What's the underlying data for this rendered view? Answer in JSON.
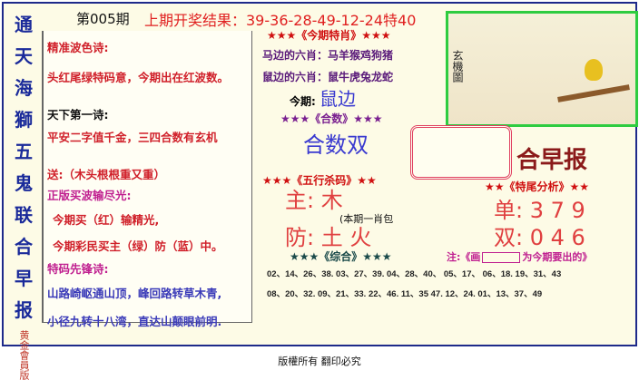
{
  "side_title": [
    "通",
    "天",
    "海",
    "獅",
    "五",
    "鬼",
    "联",
    "合",
    "早",
    "报"
  ],
  "side_sub": "黄金會員版",
  "issue": "第005期",
  "last_result": "上期开奖结果：39-36-28-49-12-24特40",
  "left": {
    "l1": "精准波色诗:",
    "l2": "头红尾绿特码意，今期出在红波数。",
    "l3": "天下第一诗:",
    "l4": "平安二字值千金，三四合数有玄机",
    "l5": "送:（木头根根重又重）",
    "l6": "正版买波输尽光:",
    "l7": "今期买（红）输精光,",
    "l8": "今期彩民买主（绿）防（蓝）中。",
    "l9": "特码先锋诗:",
    "l10": "山路崎岖通山顶，峰回路转草木青,",
    "l11": "小径九转十八湾，直达山颠眼前明."
  },
  "mid": {
    "h1": "★★★《今期特肖》★★★",
    "m1": "马边的六肖：马羊猴鸡狗猪",
    "m2": "鼠边的六肖：鼠牛虎兔龙蛇",
    "jq": "今期:",
    "jqv": "鼠边",
    "h2": "★★★《合数》★★★",
    "hs": "合数双",
    "h3": "★★★《五行杀码》★★",
    "zhu": "主: 木",
    "fang": "防: 土 火",
    "note": "(本期一肖包",
    "h4": "★★★《综合》★★★"
  },
  "right": {
    "brand": "合早报",
    "h": "★★《特尾分析》★★",
    "dan": "单: 3 7 9",
    "shuang": "双: 0 4 6",
    "zhu": "注:《画",
    "zhu2": "为今期要出的》",
    "logo": "玄機圖"
  },
  "numbers": {
    "row1": "02、14、26、38.  03、27、39.  04、28、40、  05、17、  06、18.  19、31、43",
    "row2": "08、20、32.  09、21、33.  22、46.  11、35 47.  12、24.  01、13、37、49"
  },
  "footer": "版權所有  翻印必究"
}
